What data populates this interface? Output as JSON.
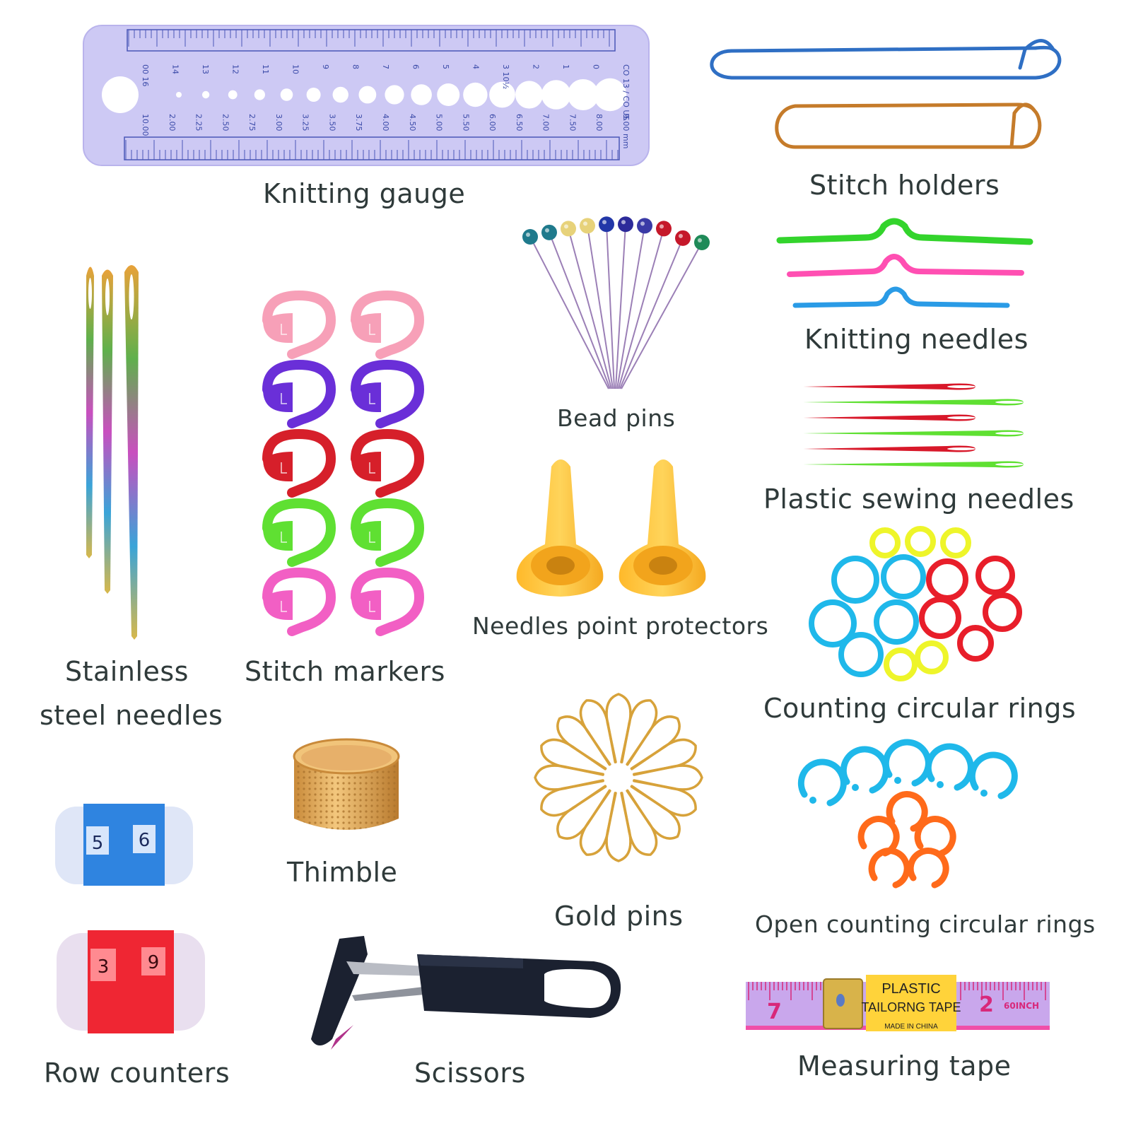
{
  "labels": {
    "knitting_gauge": "Knitting gauge",
    "stitch_holders": "Stitch holders",
    "bead_pins": "Bead pins",
    "knitting_needles": "Knitting needles",
    "stainless_line1": "Stainless",
    "stainless_line2": "steel needles",
    "stitch_markers": "Stitch markers",
    "plastic_sewing_needles": "Plastic sewing needles",
    "needle_point_protectors": "Needles point protectors",
    "counting_circular_rings": "Counting circular rings",
    "thimble": "Thimble",
    "gold_pins": "Gold pins",
    "open_counting_circular_rings": "Open counting circular rings",
    "row_counters": "Row counters",
    "scissors": "Scissors",
    "measuring_tape": "Measuring tape"
  },
  "gauge": {
    "top_numbers": [
      "00 16",
      "14",
      "13",
      "12",
      "11",
      "10",
      "9",
      "8",
      "7",
      "6",
      "5",
      "4",
      "3 10½",
      "2",
      "1",
      "0",
      "CO 13 / CO US"
    ],
    "bottom_numbers": [
      "10.00",
      "2.00",
      "2.25",
      "2.50",
      "2.75",
      "3.00",
      "3.25",
      "3.50",
      "3.75",
      "4.00",
      "4.50",
      "5.00",
      "5.50",
      "6.00",
      "6.50",
      "7.00",
      "7.50",
      "8.00",
      "9.00 mm"
    ]
  },
  "row_counters": {
    "blue": [
      "5",
      "6"
    ],
    "red": [
      "3",
      "9"
    ]
  },
  "measuring_tape": {
    "badge_line1": "PLASTIC",
    "badge_line2": "TAILORNG TAPE",
    "badge_line3": "MADE IN CHINA",
    "num_left": "7",
    "num_right": "2",
    "inch_label": "60INCH"
  },
  "colors": {
    "gauge": "#c9c6f2",
    "stitch_holder_blue": "#2f6fc4",
    "stitch_holder_gold": "#c57b2a",
    "marker_pink": "#f7a0b8",
    "marker_purple": "#6a2fd8",
    "marker_red": "#d61f2a",
    "marker_green": "#5fe032",
    "marker_magenta": "#f25fc4",
    "protector_yellow": "#ffc53a",
    "ring_cyan": "#1fb8ea",
    "ring_red": "#e81e2a",
    "ring_yellow": "#eef52a",
    "open_ring_orange": "#ff6a1a",
    "gold_pin": "#d7a23a",
    "thimble": "#e0a555",
    "counter_blue": "#2f84e0",
    "counter_red": "#ef2633",
    "scissors_dark": "#1b2130",
    "tape_body": "#c8a3e8",
    "tape_badge": "#ffd33a"
  },
  "icons": [
    "knitting-gauge",
    "stitch-holder",
    "bead-pin",
    "cable-needle",
    "tapestry-needle",
    "stitch-marker",
    "plastic-needle",
    "point-protector",
    "counting-ring",
    "thimble",
    "gold-pin",
    "open-ring",
    "row-counter",
    "scissors",
    "measuring-tape"
  ]
}
